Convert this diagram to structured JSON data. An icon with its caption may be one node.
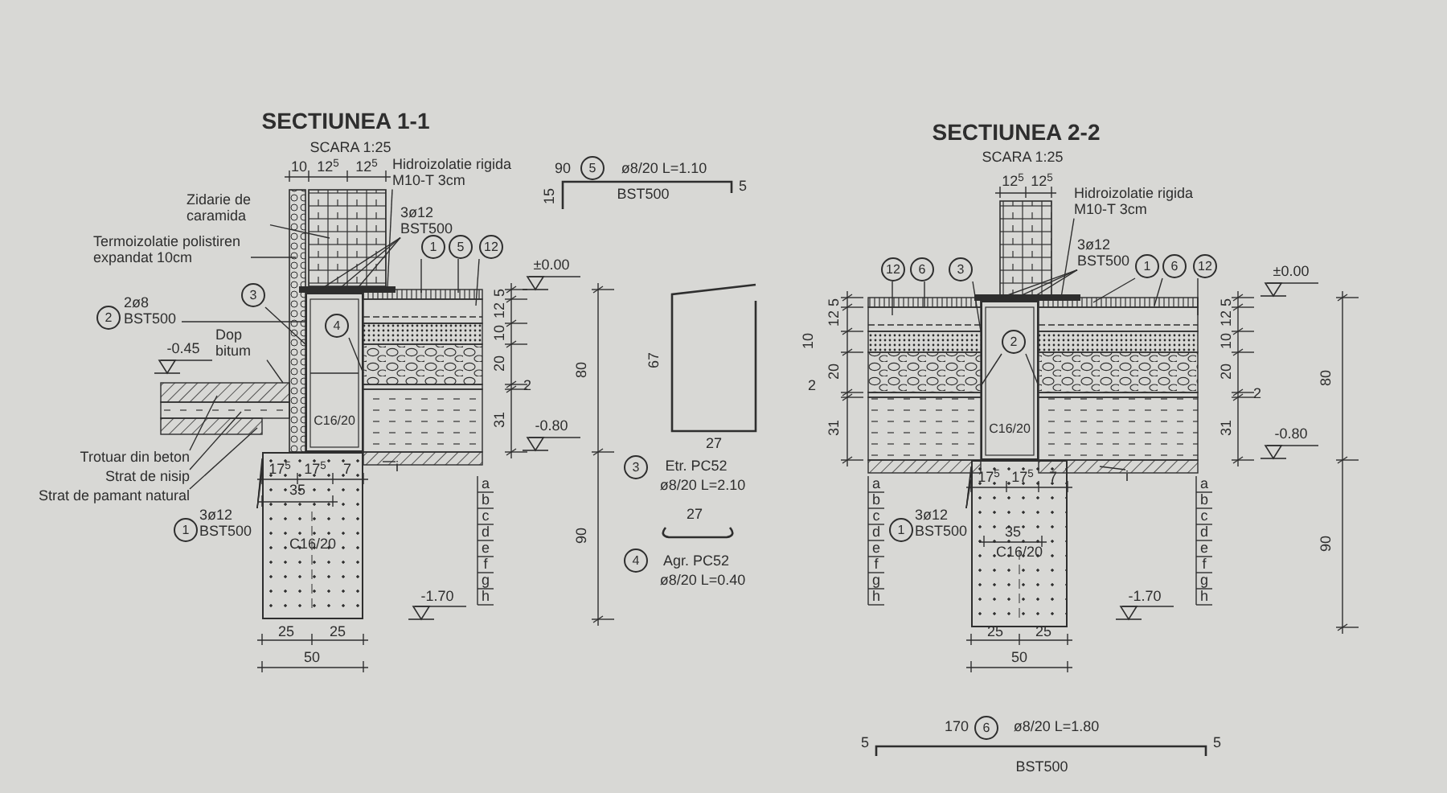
{
  "diagram": {
    "nodes": [
      {
        "text": [
          "C16/20"
        ]
      },
      {
        "text": [
          "C16/20"
        ]
      },
      {
        "text": [
          "C16/20"
        ]
      },
      {
        "text": [
          "C16/20"
        ]
      },
      {
        "text": [
          "Zidarie de caramida"
        ]
      },
      {
        "text": [
          "Termoizolatie polistiren expandat 10cm"
        ]
      },
      {
        "text": [
          "Hidroizolatie rigida M10-T 3cm"
        ]
      },
      {
        "text": [
          "3ø12 BST500"
        ]
      },
      {
        "text": [
          "1"
        ]
      },
      {
        "text": [
          "5"
        ]
      },
      {
        "text": [
          "12"
        ]
      },
      {
        "text": [
          "2"
        ]
      },
      {
        "text": [
          "2ø8 BST500"
        ]
      },
      {
        "text": [
          "3"
        ]
      },
      {
        "text": [
          "Dop bitum"
        ]
      },
      {
        "text": [
          "4"
        ],
        "in": 0
      },
      {
        "text": [
          "Trotuar din beton"
        ]
      },
      {
        "text": [
          "Strat de nisip"
        ]
      },
      {
        "text": [
          "Strat de pamant natural"
        ]
      },
      {
        "text": [
          "1"
        ]
      },
      {
        "text": [
          "3ø12 BST500"
        ]
      },
      {
        "text": [
          "i"
        ]
      },
      {
        "text": [
          "Hidroizolatie rigida M10-T 3cm"
        ]
      },
      {
        "text": [
          "3ø12 BST500"
        ]
      },
      {
        "text": [
          "1"
        ]
      },
      {
        "text": [
          "6"
        ]
      },
      {
        "text": [
          "12"
        ]
      },
      {
        "text": [
          "12"
        ]
      },
      {
        "text": [
          "6"
        ]
      },
      {
        "text": [
          "3"
        ]
      },
      {
        "text": [
          "2"
        ],
        "in": 2
      },
      {
        "text": [
          "1"
        ]
      },
      {
        "text": [
          "3ø12 BST500"
        ]
      },
      {
        "text": [
          "i"
        ]
      },
      {
        "text": [
          "5"
        ]
      },
      {
        "text": [
          "3"
        ]
      },
      {
        "text": [
          "4"
        ]
      },
      {
        "text": [
          "6"
        ]
      }
    ],
    "edges": [
      {
        "from": 4,
        "to": null,
        "arrow": "none"
      },
      {
        "from": 5,
        "to": null,
        "arrow": "none"
      },
      {
        "from": 6,
        "to": null,
        "arrow": "none"
      },
      {
        "from": 7,
        "to": 0,
        "arrow": "none"
      },
      {
        "from": 7,
        "to": 0,
        "arrow": "none"
      },
      {
        "from": 7,
        "to": 0,
        "arrow": "none"
      },
      {
        "from": 8,
        "to": null,
        "arrow": "none"
      },
      {
        "from": 9,
        "to": null,
        "arrow": "none"
      },
      {
        "from": 10,
        "to": null,
        "arrow": "none"
      },
      {
        "from": 12,
        "to": 0,
        "arrow": "none"
      },
      {
        "from": 13,
        "to": 0,
        "arrow": "none"
      },
      {
        "from": 14,
        "to": null,
        "arrow": "none"
      },
      {
        "from": 15,
        "to": 0,
        "arrow": "none"
      },
      {
        "from": 16,
        "to": null,
        "arrow": "none"
      },
      {
        "from": 17,
        "to": null,
        "arrow": "none"
      },
      {
        "from": 18,
        "to": null,
        "arrow": "none"
      },
      {
        "from": 20,
        "to": 1,
        "arrow": "none"
      },
      {
        "from": 20,
        "to": 1,
        "arrow": "none"
      },
      {
        "from": 20,
        "to": 1,
        "arrow": "none"
      },
      {
        "from": 21,
        "to": null,
        "arrow": "none"
      },
      {
        "from": 22,
        "to": null,
        "arrow": "none"
      },
      {
        "from": 23,
        "to": 2,
        "arrow": "none"
      },
      {
        "from": 23,
        "to": 2,
        "arrow": "none"
      },
      {
        "from": 23,
        "to": 2,
        "arrow": "none"
      },
      {
        "from": 24,
        "to": null,
        "arrow": "none"
      },
      {
        "from": 25,
        "to": null,
        "arrow": "none"
      },
      {
        "from": 26,
        "to": null,
        "arrow": "none"
      },
      {
        "from": 27,
        "to": null,
        "arrow": "none"
      },
      {
        "from": 28,
        "to": null,
        "arrow": "none"
      },
      {
        "from": 29,
        "to": 2,
        "arrow": "none"
      },
      {
        "from": 30,
        "to": 2,
        "arrow": "none"
      },
      {
        "from": 30,
        "to": 2,
        "arrow": "none"
      },
      {
        "from": 32,
        "to": 3,
        "arrow": "none"
      },
      {
        "from": 32,
        "to": 3,
        "arrow": "none"
      },
      {
        "from": 32,
        "to": 3,
        "arrow": "none"
      },
      {
        "from": 33,
        "to": null,
        "arrow": "none"
      }
    ],
    "labels": [
      "SECTIUNEA 1-1",
      "SCARA 1:25",
      "10",
      "12$^{5}$",
      "12$^{5}$",
      "90",
      "ø8/20 L=1.10",
      "15",
      "BST500",
      "5",
      "±0.00",
      "5",
      "12",
      "10",
      "20",
      "2",
      "80",
      "31",
      "-0.80",
      "-0.45",
      "67",
      "27",
      "Etr. PC52",
      "ø8/20 L=2.10",
      "27",
      "Agr. PC52",
      "ø8/20 L=0.40",
      "17$^{5}$",
      "17$^{5}$",
      "7",
      "35",
      "a",
      "b",
      "c",
      "d",
      "90",
      "e",
      "f",
      "g",
      "-1.70",
      "h",
      "25",
      "25",
      "50",
      "SECTIUNEA 2-2",
      "SCARA 1:25",
      "12$^{5}$",
      "12$^{5}$",
      "10",
      "12",
      "5",
      "2",
      "20",
      "31",
      "±0.00",
      "5",
      "12",
      "10",
      "20",
      "2",
      "80",
      "31",
      "-0.80",
      "a",
      "17$^{5}$",
      "17$^{5}$",
      "7",
      "a",
      "b",
      "b",
      "c",
      "c",
      "d",
      "35",
      "d",
      "e",
      "e",
      "90",
      "f",
      "f",
      "g",
      "g",
      "h",
      "-1.70",
      "h",
      "25",
      "25",
      "50",
      "170",
      "ø8/20 L=1.80",
      "5",
      "5",
      "BST500"
    ]
  }
}
